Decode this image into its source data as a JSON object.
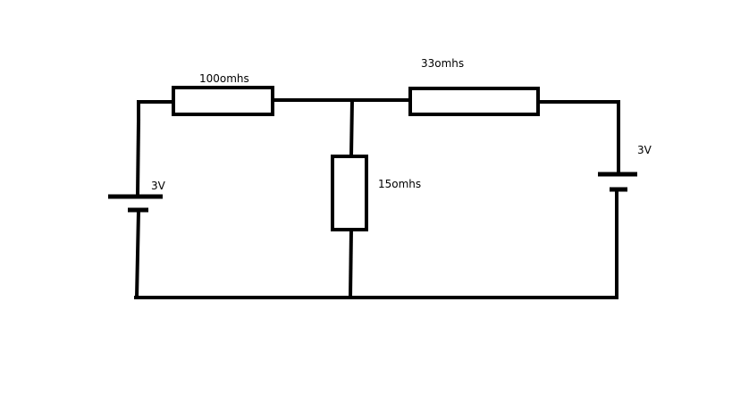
{
  "components": {
    "r1": {
      "label": "100omhs"
    },
    "r2": {
      "label": "33omhs"
    },
    "r3": {
      "label": "15omhs"
    },
    "battery_left": {
      "label": "3V"
    },
    "battery_right": {
      "label": "3V"
    }
  },
  "colors": {
    "line": "#000000",
    "background": "#ffffff"
  }
}
